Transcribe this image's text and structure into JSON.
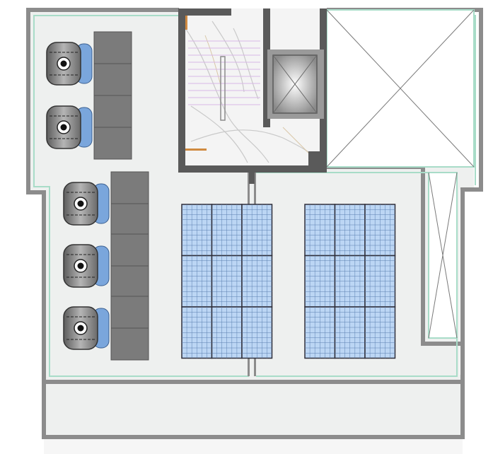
{
  "colors": {
    "floor": "#eef0ef",
    "wall": "#8c8c8c",
    "wall_dark": "#4a4a4a",
    "glass_edge": "#a8dcc8",
    "solar_fill": "#bcd6f4",
    "solar_grid": "#5a7fb0",
    "solar_frame": "#2e2e3a",
    "tank_body": "#8a8a8a",
    "tank_blue": "#7aa6dc",
    "unit_box": "#7b7b7b",
    "marble": "#f4f4f4",
    "elevator": "#9a9a9a",
    "stair_line": "#d8b8e6"
  },
  "icons": {
    "water_heater": "water-heater-icon",
    "solar_panel": "solar-panel-icon",
    "elevator": "elevator-shaft-icon",
    "void": "void-opening-icon",
    "staircase": "staircase-icon"
  },
  "plan": {
    "left_equipment_count": 5,
    "solar_arrays": [
      {
        "cols": 3,
        "rows": 3
      },
      {
        "cols": 3,
        "rows": 3
      }
    ]
  }
}
